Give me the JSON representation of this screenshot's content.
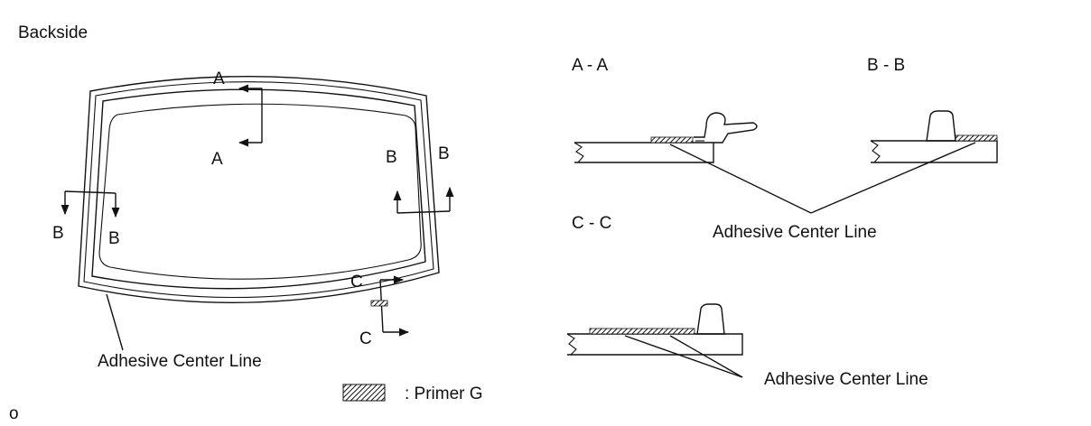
{
  "header": {
    "title": "Backside"
  },
  "windshield": {
    "section_labels": {
      "a_top": "A",
      "a_bottom": "A",
      "b_left_1": "B",
      "b_left_2": "B",
      "b_right_1": "B",
      "b_right_2": "B",
      "c_top": "C",
      "c_bottom": "C"
    },
    "adhesive_label": "Adhesive Center Line"
  },
  "legend": {
    "label": ": Primer G"
  },
  "sections": {
    "aa": {
      "title": "A - A"
    },
    "bb": {
      "title": "B - B"
    },
    "cc": {
      "title": "C - C"
    },
    "shared_adhesive_label": "Adhesive Center Line",
    "cc_adhesive_label": "Adhesive Center Line"
  },
  "footer": {
    "marker": "o"
  },
  "colors": {
    "ink": "#111111",
    "background": "#ffffff"
  }
}
